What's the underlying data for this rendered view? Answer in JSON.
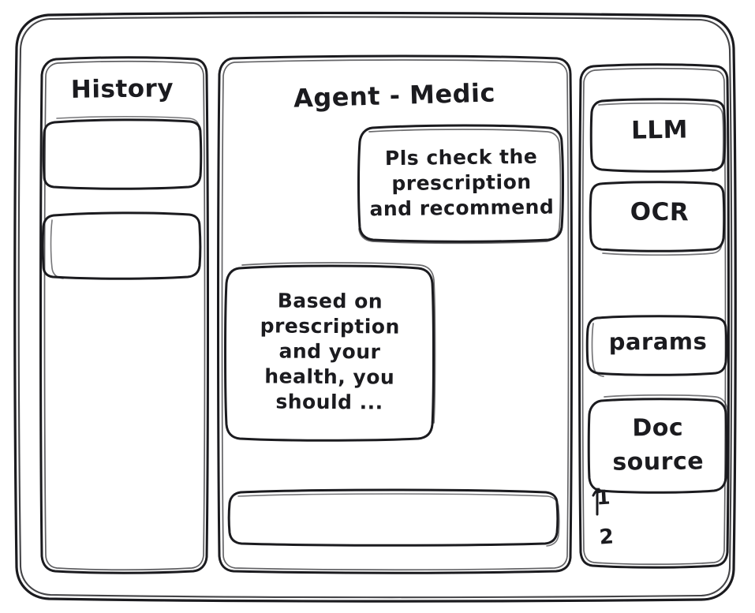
{
  "window": {
    "name": "app-window-frame",
    "style": "hand-drawn wireframe",
    "background_color": "#ffffff",
    "stroke_color": "#1b1b1f"
  },
  "sidebar_left": {
    "title": "History",
    "items": [
      {
        "label": "",
        "name": "history-item-1"
      },
      {
        "label": "",
        "name": "history-item-2"
      }
    ]
  },
  "main": {
    "title": "Agent - Medic",
    "messages": [
      {
        "role": "user",
        "text": "Pls check the\nprescription\nand recommend"
      },
      {
        "role": "agent",
        "text": "Based on\nprescription\nand your\nhealth, you\nshould ..."
      }
    ],
    "composer": {
      "value": "",
      "placeholder": ""
    }
  },
  "sidebar_right": {
    "buttons": [
      {
        "label": "LLM",
        "name": "llm-button"
      },
      {
        "label": "OCR",
        "name": "ocr-button"
      },
      {
        "label": "params",
        "name": "params-button"
      },
      {
        "label": "Doc\nsource",
        "name": "doc-source-button"
      }
    ],
    "doc_source_list": [
      {
        "marker": "1"
      },
      {
        "marker": "2"
      }
    ]
  }
}
